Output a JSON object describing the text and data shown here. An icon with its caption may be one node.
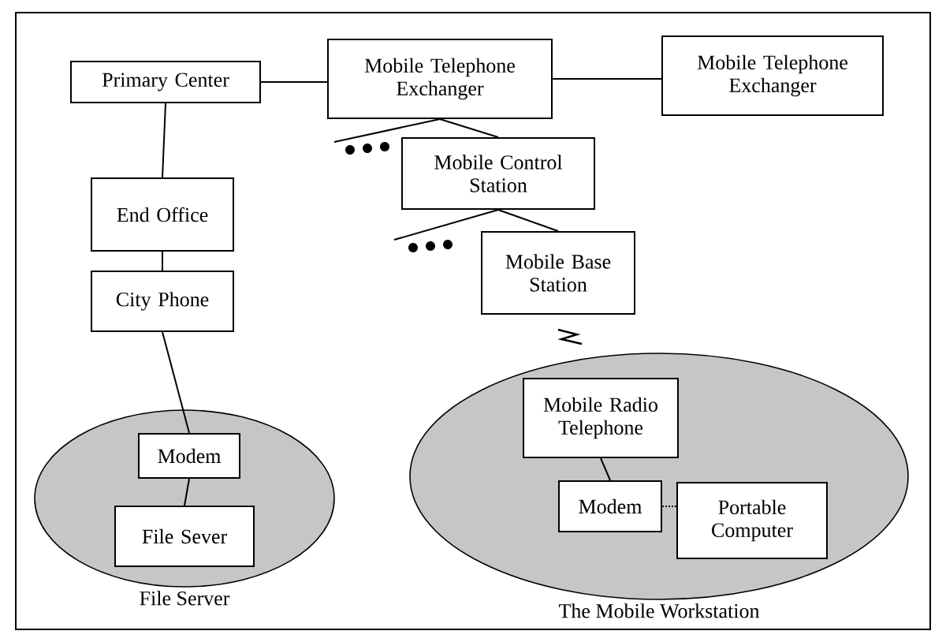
{
  "diagram": {
    "nodes": [
      {
        "text": [
          "Primary Center"
        ]
      },
      {
        "text": [
          "Mobile Telephone Exchanger"
        ]
      },
      {
        "text": [
          "Mobile Telephone Exchanger"
        ]
      },
      {
        "text": [
          "Mobile Control Station"
        ]
      },
      {
        "text": [
          "End Office"
        ]
      },
      {
        "text": [
          "City Phone"
        ]
      },
      {
        "text": [
          "Mobile Base Station"
        ]
      },
      {
        "text": [
          "File Server"
        ]
      },
      {
        "text": [
          "Modem"
        ],
        "in": 7
      },
      {
        "text": [
          "File Sever"
        ],
        "in": 7
      },
      {
        "text": [
          "The Mobile Workstation"
        ]
      },
      {
        "text": [
          "Mobile Radio Telephone"
        ],
        "in": 10
      },
      {
        "text": [
          "Modem"
        ],
        "in": 10
      },
      {
        "text": [
          "Portable Computer"
        ],
        "in": 10
      }
    ],
    "edges": [
      {
        "from": 0,
        "to": 1,
        "arrow": "none"
      },
      {
        "from": 1,
        "to": 2,
        "arrow": "none"
      },
      {
        "from": 0,
        "to": 4,
        "arrow": "none"
      },
      {
        "from": 4,
        "to": 5,
        "arrow": "none"
      },
      {
        "from": 5,
        "to": 8,
        "arrow": "none"
      },
      {
        "from": 8,
        "to": 9,
        "arrow": "none"
      },
      {
        "from": 1,
        "to": 3,
        "arrow": "none"
      },
      {
        "from": 1,
        "to": null,
        "arrow": "none"
      },
      {
        "from": 3,
        "to": 6,
        "arrow": "none"
      },
      {
        "from": 3,
        "to": null,
        "arrow": "none"
      },
      {
        "from": 11,
        "to": 12,
        "arrow": "none"
      },
      {
        "from": 12,
        "to": 13,
        "arrow": "none",
        "style": "dashed"
      }
    ]
  }
}
